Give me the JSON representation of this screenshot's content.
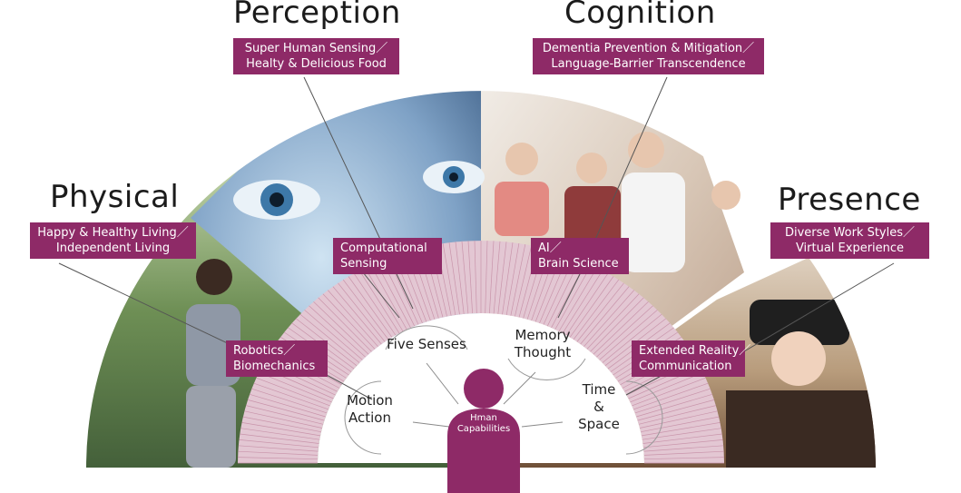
{
  "headings": {
    "perception": "Perception",
    "cognition": "Cognition",
    "physical": "Physical",
    "presence": "Presence"
  },
  "outer_tags": {
    "perception": [
      "Super Human Sensing／",
      "Healty & Delicious Food"
    ],
    "cognition": [
      "Dementia Prevention & Mitigation／",
      "Language-Barrier Transcendence"
    ],
    "physical": [
      "Happy & Healthy Living／",
      "Independent Living"
    ],
    "presence": [
      "Diverse Work Styles／",
      "Virtual Experience"
    ]
  },
  "inner_tags": {
    "computational": [
      "Computational",
      "Sensing"
    ],
    "ai": [
      "AI／",
      "Brain Science"
    ],
    "robotics": [
      "Robotics／",
      "Biomechanics"
    ],
    "extended": [
      "Extended Reality／",
      "Communication"
    ]
  },
  "capabilities": {
    "five_senses": [
      "Five Senses"
    ],
    "memory": [
      "Memory",
      "Thought"
    ],
    "motion": [
      "Motion",
      "Action"
    ],
    "time": [
      "Time",
      "&",
      "Space"
    ]
  },
  "human": [
    "Hman",
    "Capabilities"
  ],
  "colors": {
    "accent": "#8e2a67",
    "ring": "#e3c7d3",
    "ring_line": "#c995ab",
    "outer_fill": "#cf93ae",
    "heading": "#1b1b1b"
  }
}
